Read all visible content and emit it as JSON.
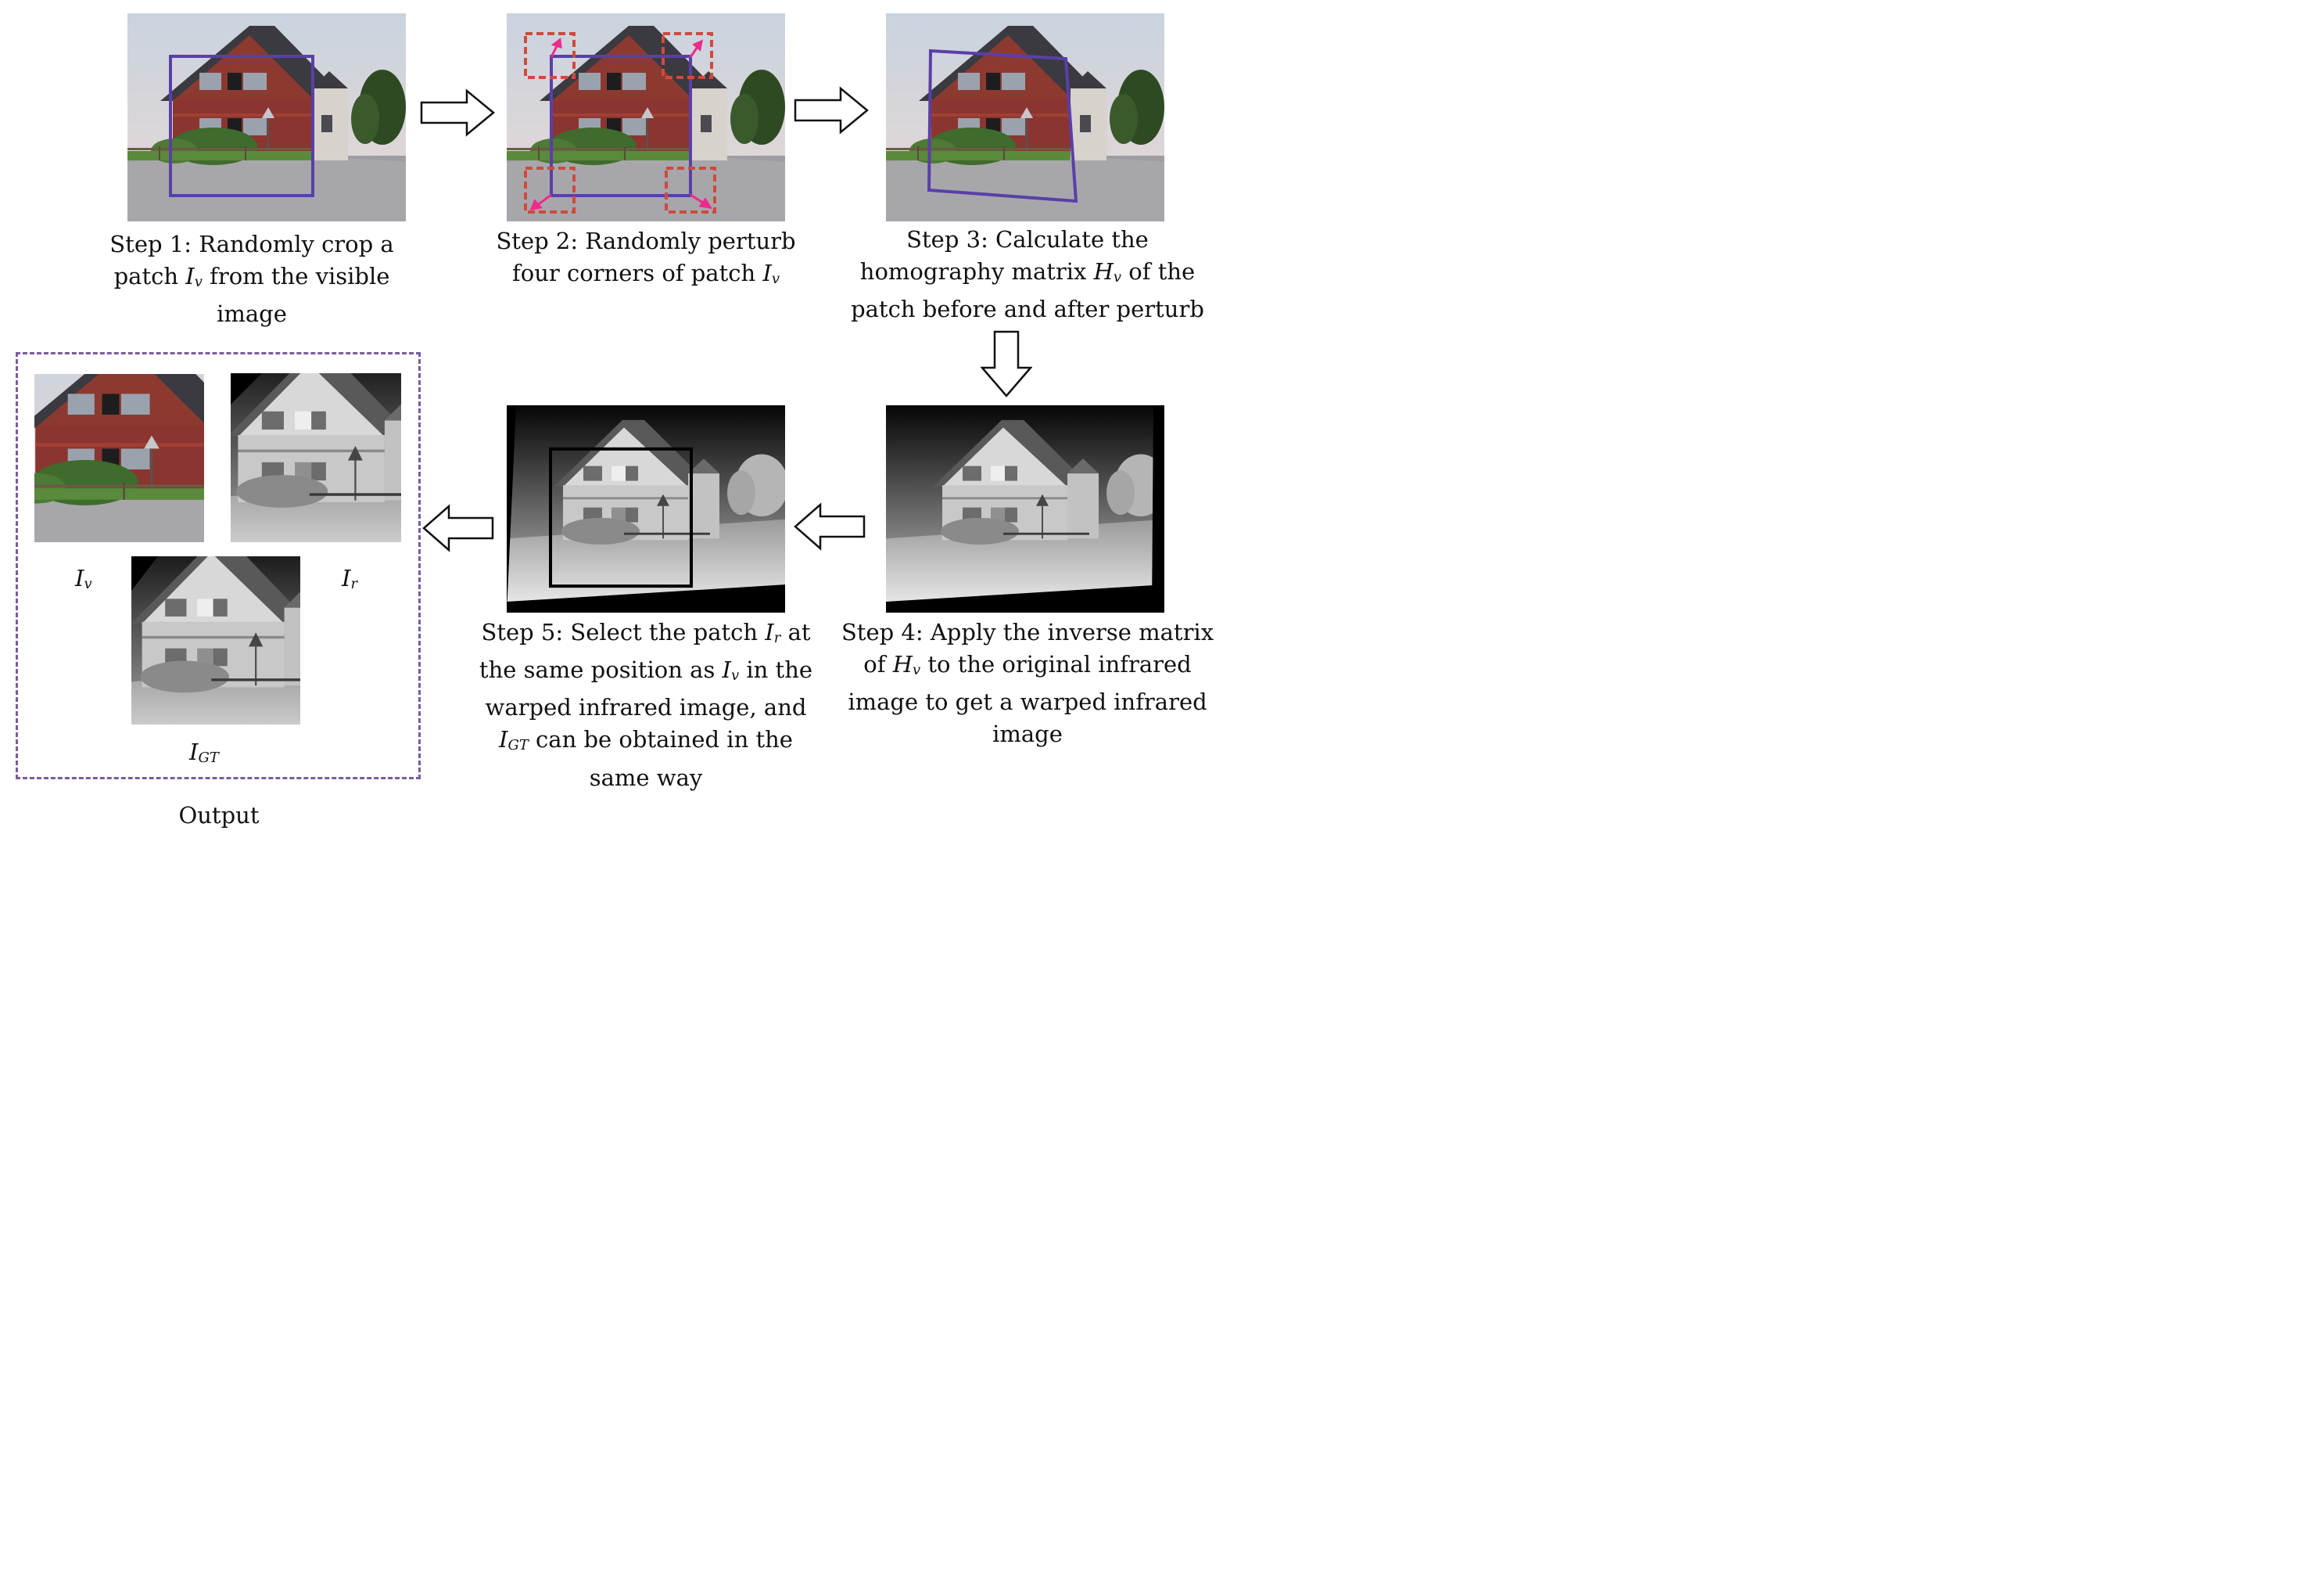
{
  "colors": {
    "crop_box": "#5a3fa8",
    "corner_box": "#d04a3c",
    "corner_arrow": "#ee2a8c",
    "output_border": "#7b5c9c",
    "patch_box": "#000000"
  },
  "steps": [
    {
      "prefix": "Step 1: Randomly crop a",
      "line2_pre": "patch ",
      "sym": "I",
      "sub": "v",
      "line2_post": " from the visible",
      "line3": "image"
    },
    {
      "line1": "Step 2: Randomly perturb",
      "line2_pre": "four corners of patch ",
      "sym": "I",
      "sub": "v"
    },
    {
      "line1": "Step 3: Calculate the",
      "line2_pre": "homography matrix ",
      "sym": "H",
      "sub": "v",
      "line2_post": " of the",
      "line3": "patch before and after perturb"
    },
    {
      "line1": "Step 4: Apply the inverse matrix",
      "line2_pre": "of ",
      "sym": "H",
      "sub": "v",
      "line2_post": " to the original infrared",
      "line3": "image to get a warped infrared",
      "line4": "image"
    },
    {
      "line1_pre": "Step 5: Select the patch ",
      "sym1": "I",
      "sub1": "r",
      "line1_post": " at",
      "line2_pre": "the same position as ",
      "sym2": "I",
      "sub2": "v",
      "line2_post": "  in the",
      "line3": "warped infrared image, and",
      "sym3": "I",
      "sub3": "GT",
      "line4_post": " can be obtained in the",
      "line5": "same way"
    }
  ],
  "output": {
    "title": "Output",
    "labels": [
      {
        "sym": "I",
        "sub": "v"
      },
      {
        "sym": "I",
        "sub": "r"
      },
      {
        "sym": "I",
        "sub": "GT"
      }
    ]
  }
}
